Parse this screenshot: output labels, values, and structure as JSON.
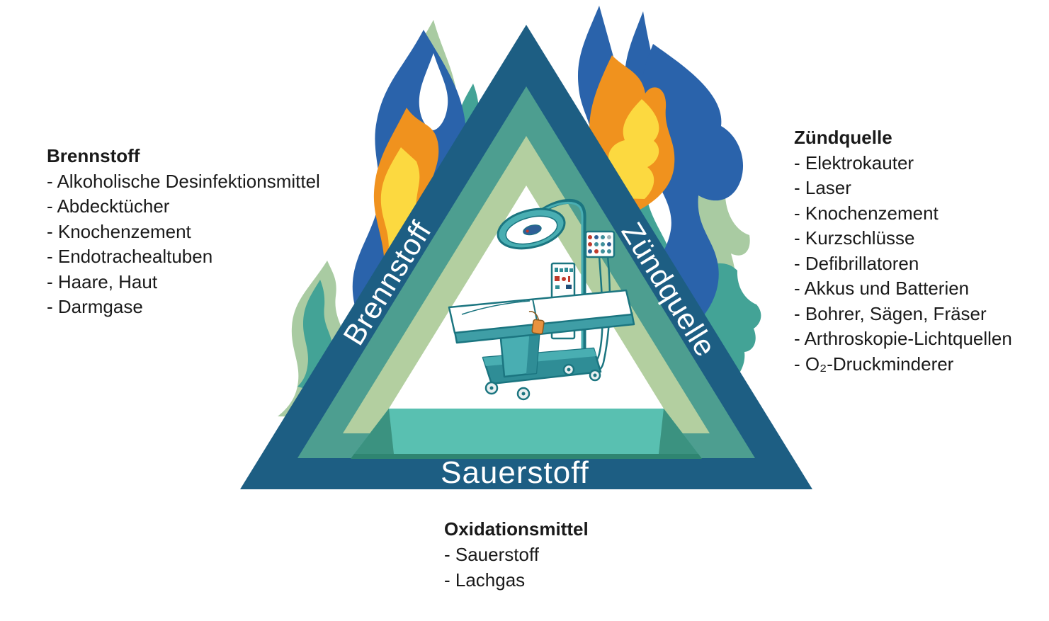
{
  "diagram": {
    "type": "fire-triangle",
    "labels": {
      "left_side": "Brennstoff",
      "right_side": "Zündquelle",
      "bottom_side": "Sauerstoff"
    }
  },
  "lists": {
    "fuel": {
      "heading": "Brennstoff",
      "items": [
        "- Alkoholische Desinfektionsmittel",
        "- Abdecktücher",
        "- Knochenzement",
        "- Endotrachealtuben",
        "- Haare, Haut",
        "- Darmgase"
      ]
    },
    "ignition": {
      "heading": "Zündquelle",
      "items": [
        "- Elektrokauter",
        "- Laser",
        "- Knochenzement",
        "- Kurzschlüsse",
        "- Defibrillatoren",
        "- Akkus und Batterien",
        "- Bohrer, Sägen, Fräser",
        "- Arthroskopie-Lichtquellen",
        "- O₂-Druckminderer"
      ]
    },
    "oxidizer": {
      "heading": "Oxidationsmittel",
      "items": [
        "- Sauerstoff",
        "- Lachgas"
      ]
    }
  },
  "icons": {
    "left_flames": "flame-icon",
    "right_flames": "flame-icon",
    "center": "operating-table-with-surgical-lamp-icon"
  },
  "colors": {
    "band_dark_blue": "#1d5e83",
    "band_teal": "#4d9e90",
    "band_sage": "#b3cfa0",
    "interior_white": "#ffffff",
    "floor_teal": "#59c0b1",
    "floor_shadow": "#2f8571",
    "flame_blue": "#2a63ab",
    "flame_orange": "#f0921e",
    "flame_yellow": "#fcd940",
    "flame_sage": "#a9cba2",
    "flame_teal": "#43a396",
    "illustration_teal": "#49aeb2",
    "illustration_dark": "#1b7580",
    "text": "#1a1a1a",
    "label_white": "#ffffff"
  }
}
